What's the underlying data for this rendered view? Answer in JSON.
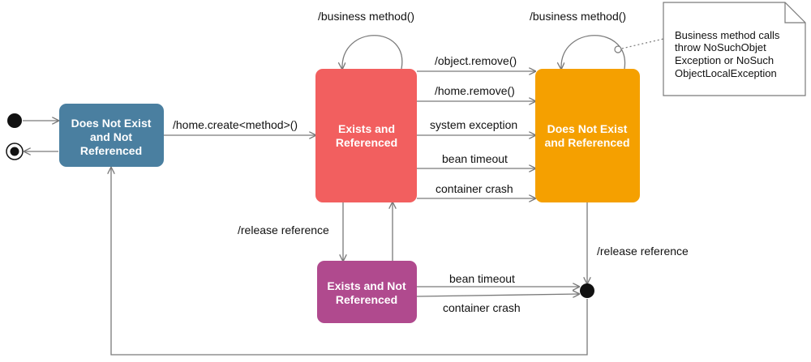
{
  "states": {
    "not_exist_not_ref": {
      "line1": "Does Not Exist",
      "line2": "and Not",
      "line3": "Referenced",
      "color": "#4a7fa0"
    },
    "exists_ref": {
      "line1": "Exists and",
      "line2": "Referenced",
      "color": "#f25f5f"
    },
    "not_exist_ref": {
      "line1": "Does Not Exist",
      "line2": "and Referenced",
      "color": "#f5a000"
    },
    "exists_not_ref": {
      "line1": "Exists and Not",
      "line2": "Referenced",
      "color": "#b04a8e"
    }
  },
  "transitions": {
    "create": "/home.create<method>()",
    "business_method_1": "/business method()",
    "business_method_2": "/business method()",
    "object_remove": "/object.remove()",
    "home_remove": "/home.remove()",
    "system_exception": "system exception",
    "bean_timeout_1": "bean timeout",
    "container_crash_1": "container crash",
    "release_reference_1": "/release reference",
    "release_reference_2": "/release reference",
    "bean_timeout_2": "bean timeout",
    "container_crash_2": "container crash"
  },
  "note": {
    "line1": "Business method calls",
    "line2": "throw NoSuchObjet",
    "line3": "Exception or NoSuch",
    "line4": "ObjectLocalException"
  },
  "colors": {
    "edge": "#7a7a7a",
    "node": "#111111"
  }
}
